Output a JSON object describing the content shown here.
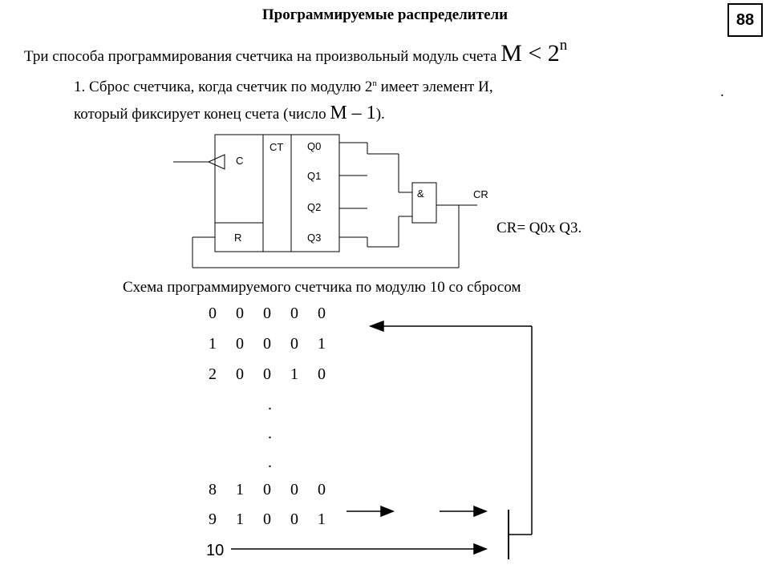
{
  "slide": {
    "title": "Программируемые распределители",
    "page_number": "88",
    "intro": "Три способа программирования счетчика на произвольный модуль счета",
    "formula_main": "M < 2",
    "formula_sup": "n",
    "item1_line1_pre": "1.   Сброс счетчика, когда счетчик по модулю 2",
    "item1_sup": "n",
    "item1_line1_post": " имеет элемент И,",
    "item1_line2": "который фиксирует конец счета (число ",
    "item1_formula": "M – 1",
    "item1_line2_end": ").",
    "stray_dot": ".",
    "cr_formula": "CR= Q0x Q3.",
    "caption": "Схема программируемого счетчика по модулю 10 со сбросом"
  },
  "circuit": {
    "labels": {
      "c": "C",
      "ct": "CT",
      "r": "R",
      "q0": "Q0",
      "q1": "Q1",
      "q2": "Q2",
      "q3": "Q3",
      "and": "&",
      "cr": "CR"
    }
  },
  "count_table": {
    "rows": [
      [
        "0",
        "0",
        "0",
        "0",
        "0"
      ],
      [
        "1",
        "0",
        "0",
        "0",
        "1"
      ],
      [
        "2",
        "0",
        "0",
        "1",
        "0"
      ],
      [
        "8",
        "1",
        "0",
        "0",
        "0"
      ],
      [
        "9",
        "1",
        "0",
        "0",
        "1"
      ]
    ],
    "ellipsis": [
      ".",
      ".",
      "."
    ],
    "reset_state": "10"
  }
}
